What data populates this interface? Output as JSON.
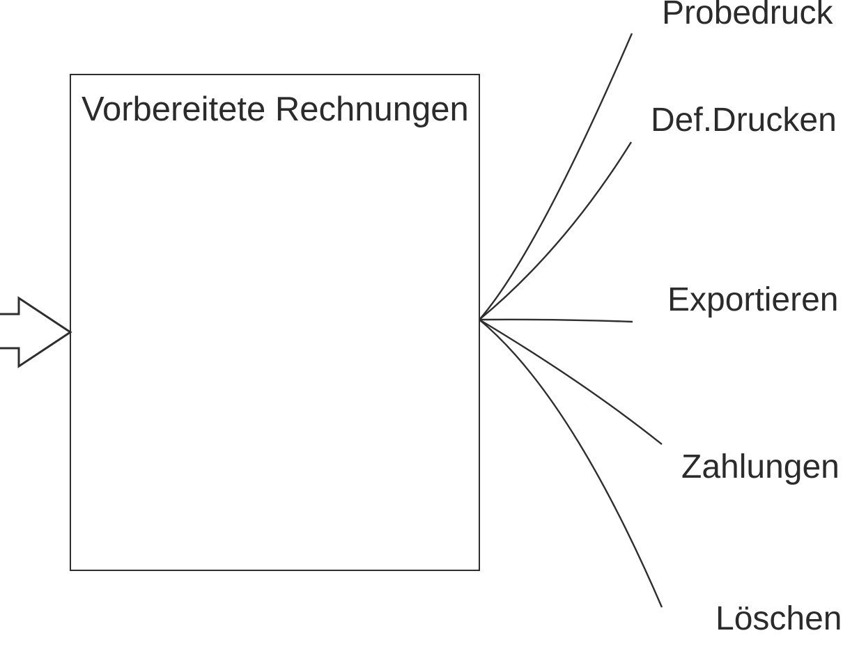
{
  "box": {
    "title": "Vorbereitete Rechnungen"
  },
  "actions": [
    {
      "label": "Probedruck"
    },
    {
      "label": "Def.Drucken"
    },
    {
      "label": "Exportieren"
    },
    {
      "label": "Zahlungen"
    },
    {
      "label": "Löschen"
    }
  ],
  "colors": {
    "line": "#2e2e2e",
    "text": "#2b2b2b",
    "background": "#ffffff"
  }
}
